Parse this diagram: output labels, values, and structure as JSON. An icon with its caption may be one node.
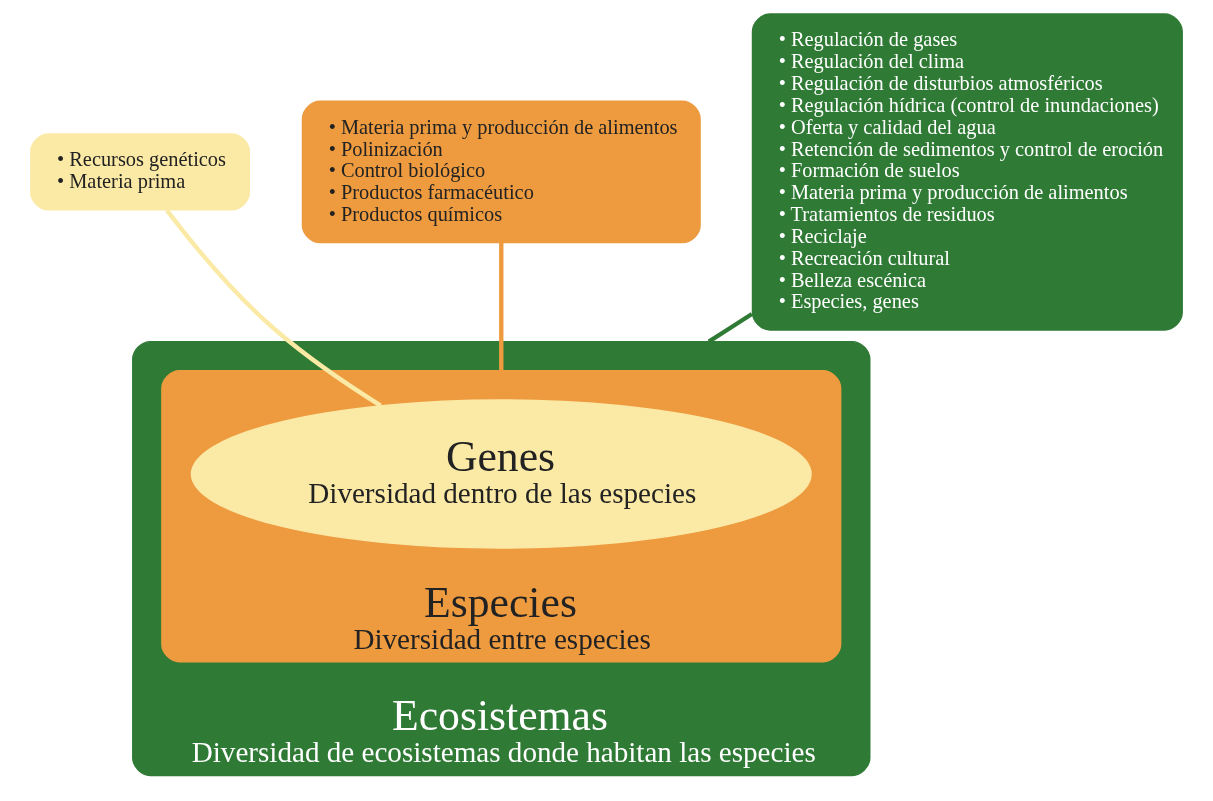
{
  "diagram": {
    "nodes": [
      {
        "text": [
          "Ecosistemas",
          "Diversidad de ecosistemas donde habitan las especies"
        ]
      },
      {
        "text": [
          "Especies",
          "Diversidad entre especies"
        ],
        "in": 0
      },
      {
        "text": [
          "Genes",
          "Diversidad dentro de las especies"
        ],
        "in": 1
      },
      {
        "text": [
          "• Recursos genéticos",
          "• Materia prima"
        ]
      },
      {
        "text": [
          "• Materia prima y producción de alimentos",
          "• Polinización",
          "• Control biológico",
          "• Productos farmacéutico",
          "• Productos químicos"
        ]
      },
      {
        "text": [
          "• Regulación de gases",
          "• Regulación del clima",
          "• Regulación de disturbios atmosféricos",
          "• Regulación hídrica (control de inundaciones)",
          "• Oferta y calidad del agua",
          "• Retención de sedimentos y control de eroción",
          "• Formación de suelos",
          "• Materia prima y producción de alimentos",
          "• Tratamientos de residuos",
          "• Reciclaje",
          "• Recreación cultural",
          "• Belleza escénica",
          "• Especies, genes"
        ]
      }
    ],
    "edges": [
      {
        "from": 3,
        "to": 2,
        "arrow": "none",
        "color": "#fbe9a6"
      },
      {
        "from": 4,
        "to": 1,
        "arrow": "none",
        "color": "#ee9b40"
      },
      {
        "from": 5,
        "to": 0,
        "arrow": "none",
        "color": "#2f7a35"
      }
    ]
  }
}
